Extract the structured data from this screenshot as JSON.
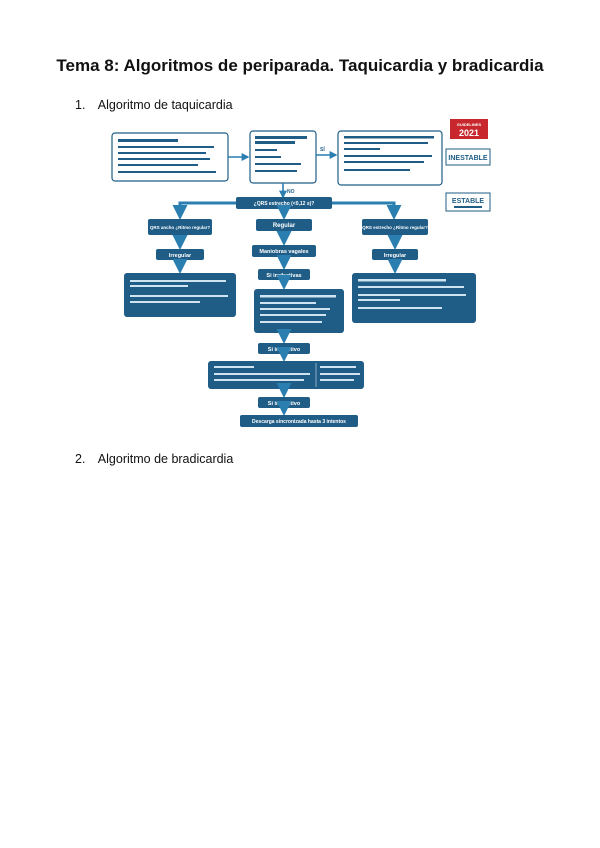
{
  "document": {
    "title": "Tema 8: Algoritmos de periparada. Taquicardia y bradicardia",
    "sections": [
      {
        "number": "1.",
        "label": "Algoritmo de taquicardia"
      },
      {
        "number": "2.",
        "label": "Algoritmo de bradicardia"
      }
    ]
  },
  "diagram": {
    "caption": "Algoritmo de taquicardia (figura)",
    "badge_year_top": "GUIDELINES",
    "badge_year": "2021",
    "inestable_label": "INESTABLE",
    "estable_label": "ESTABLE",
    "si_label": "SÍ",
    "no_label": "NO",
    "qrs_estrecho": "¿QRS estrecho (<0,12 s)?",
    "qrs_ancho": "QRS ancho ¿Ritmo regular?",
    "qrs_estrecho_regular": "QRS estrecho ¿Ritmo regular?",
    "regular": "Regular",
    "irregular_left": "Irregular",
    "irregular_right": "Irregular",
    "maniobras": "Maniobras vagales",
    "si_inefectivas": "Si inefectivas",
    "si_inefectivo_1": "Si inefectivo",
    "si_inefectivo_2": "Si inefectivo",
    "descarga": "Descarga sincronizada hasta 3 intentos",
    "colors": {
      "primary": "#1f5d86",
      "accent": "#c8282d",
      "line": "#2a7fb0"
    }
  }
}
